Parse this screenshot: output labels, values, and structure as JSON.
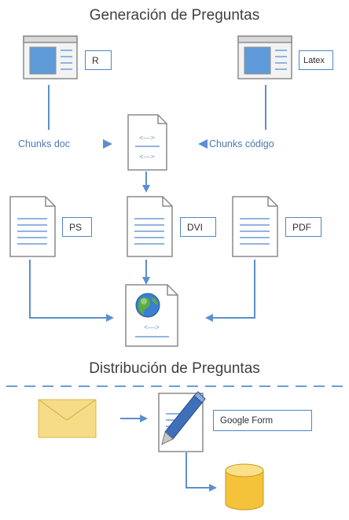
{
  "titles": {
    "generation": "Generación de Preguntas",
    "distribution": "Distribución de Preguntas"
  },
  "labels": {
    "r": "R",
    "latex": "Latex",
    "chunks_doc": "Chunks doc",
    "chunks_code": "Chunks código",
    "ps": "PS",
    "dvi": "DVI",
    "pdf": "PDF",
    "google_form": "Google Form"
  },
  "colors": {
    "connector": "#5b8fd0",
    "label_border": "#4e86c6",
    "document_outline": "#8a8a8a",
    "document_lines": "#6f9bd6",
    "envelope": "#f6dc86",
    "database": "#f5c33a",
    "globe": "#3a7fd0"
  }
}
